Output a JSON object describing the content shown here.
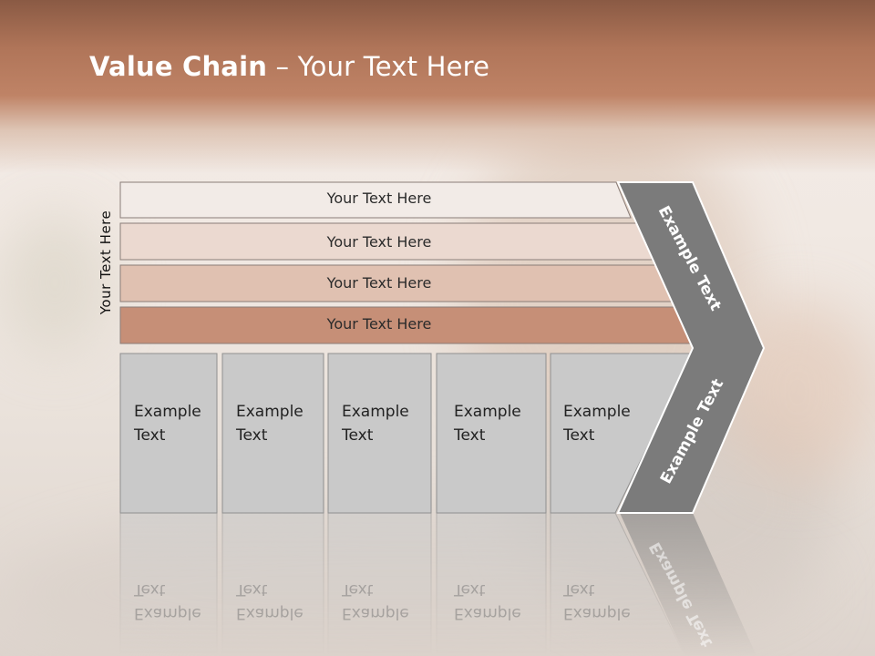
{
  "title": {
    "bold": "Value Chain",
    "rest": " – Your Text Here"
  },
  "side_label": "Your Text Here",
  "support_rows": [
    {
      "label": "Your Text Here",
      "color": "#f2ebe7"
    },
    {
      "label": "Your Text Here",
      "color": "#ebd9d0"
    },
    {
      "label": "Your Text Here",
      "color": "#e0c1b1"
    },
    {
      "label": "Your Text Here",
      "color": "#c68f77"
    }
  ],
  "primary_boxes": [
    {
      "line1": "Example",
      "line2": "Text"
    },
    {
      "line1": "Example",
      "line2": "Text"
    },
    {
      "line1": "Example",
      "line2": "Text"
    },
    {
      "line1": "Example",
      "line2": "Text"
    },
    {
      "line1": "Example",
      "line2": "Text"
    }
  ],
  "margin": {
    "upper_label": "Example Text",
    "lower_label": "Example Text",
    "color": "#7b7b7b"
  },
  "colors": {
    "box_fill": "#c9c9c9",
    "header": "#b07559"
  }
}
